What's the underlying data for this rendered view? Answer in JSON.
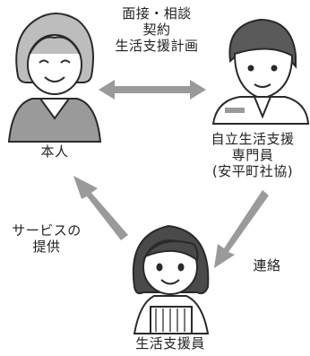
{
  "nodes": {
    "honnin": {
      "label": "本人",
      "icon": "elderly-woman-icon"
    },
    "specialist": {
      "lines": [
        "自立生活支援",
        "専門員",
        "(安平町社協)"
      ],
      "icon": "male-staff-icon"
    },
    "supporter": {
      "label": "生活支援員",
      "icon": "female-supporter-icon"
    }
  },
  "edges": {
    "honnin_specialist": {
      "lines": [
        "面接・相談",
        "契約",
        "生活支援計画"
      ],
      "icon": "double-arrow-icon"
    },
    "specialist_supporter": {
      "label": "連絡",
      "icon": "arrow-icon"
    },
    "supporter_honnin": {
      "lines": [
        "サービスの",
        "提供"
      ],
      "icon": "arrow-icon"
    }
  },
  "colors": {
    "arrow": "#9a9a9a",
    "outline": "#2a2a2a",
    "skin": "#ffffff",
    "apron_stripe": "#7a7a7a"
  }
}
